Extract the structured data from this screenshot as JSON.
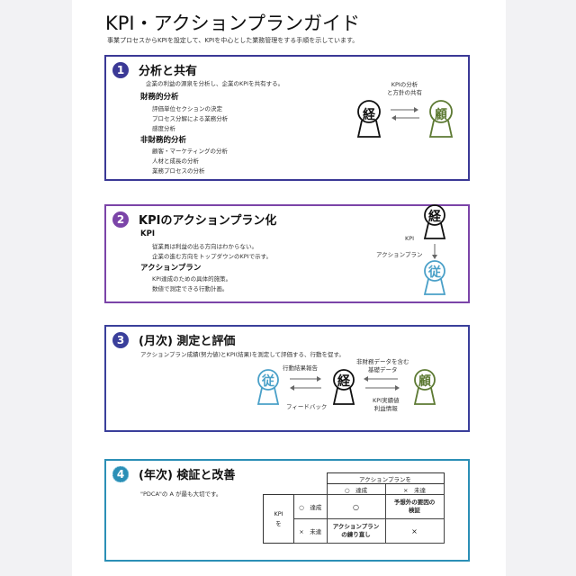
{
  "doc": {
    "title": "KPI・アクションプランガイド",
    "subtitle": "事業プロセスからKPIを設定して、KPIを中心とした業務管理をする手順を示しています。"
  },
  "colors": {
    "section1": "#3b3996",
    "section2": "#7b44a8",
    "section3": "#3a3f9b",
    "section4": "#2b8fb6",
    "manager_icon": "#111111",
    "customer_icon": "#5d7a33",
    "staff_icon": "#4aa0c8"
  },
  "icons": {
    "manager": "keyhole-person-icon",
    "customer": "keyhole-person-icon",
    "staff": "keyhole-person-icon",
    "arrow_right": "arrow-right-icon",
    "arrow_left": "arrow-left-icon",
    "arrow_down": "arrow-down-icon"
  },
  "glyphs": {
    "manager": "経",
    "customer": "顧",
    "staff": "従"
  },
  "s1": {
    "number": "1",
    "heading": "分析と共有",
    "desc": "企業の利益の源泉を分析し、企業のKPIを共有する。",
    "fin_heading": "財務的分析",
    "fin_items": [
      "評価単位セクションの決定",
      "プロセス分解による業務分析",
      "感度分析"
    ],
    "nonfin_heading": "非財務的分析",
    "nonfin_items": [
      "顧客・マーケティングの分析",
      "人材と成長の分析",
      "業務プロセスの分析"
    ],
    "share_label_1": "KPIの分析",
    "share_label_2": "と方針の共有"
  },
  "s2": {
    "number": "2",
    "heading": "KPIのアクションプラン化",
    "kpi_heading": "KPI",
    "kpi_items": [
      "従業員は利益の出る方向はわからない。",
      "企業の進む方向をトップダウンのKPIで示す。"
    ],
    "ap_heading": "アクションプラン",
    "ap_items": [
      "KPI達成のための具体的施策。",
      "数値で測定できる行動計画。"
    ],
    "label_kpi": "KPI",
    "label_ap": "アクションプラン"
  },
  "s3": {
    "number": "3",
    "heading": "(月次) 測定と評価",
    "desc": "アクションプラン成績(努力値)とKPI(結果)を測定して評価する、行動を促す。",
    "label_report": "行動結果報告",
    "label_feedback": "フィードバック",
    "label_nonfin_1": "非財務データを含む",
    "label_nonfin_2": "基礎データ",
    "label_kpi_1": "KPI実績値",
    "label_kpi_2": "利益情報"
  },
  "s4": {
    "number": "4",
    "heading": "(年次) 検証と改善",
    "desc": "\"PDCA\"の A が最も大切です。",
    "table": {
      "col_group": "アクションプランを",
      "col_achieved": "○　達成",
      "col_not": "×　未達",
      "row_group_1": "KPI",
      "row_group_2": "を",
      "row_achieved": "○　達成",
      "row_not": "×　未達",
      "cell_aa": "○",
      "cell_an_1": "予想外の要因の",
      "cell_an_2": "検証",
      "cell_na_1": "アクションプラン",
      "cell_na_2": "の練り直し",
      "cell_nn": "×"
    }
  }
}
